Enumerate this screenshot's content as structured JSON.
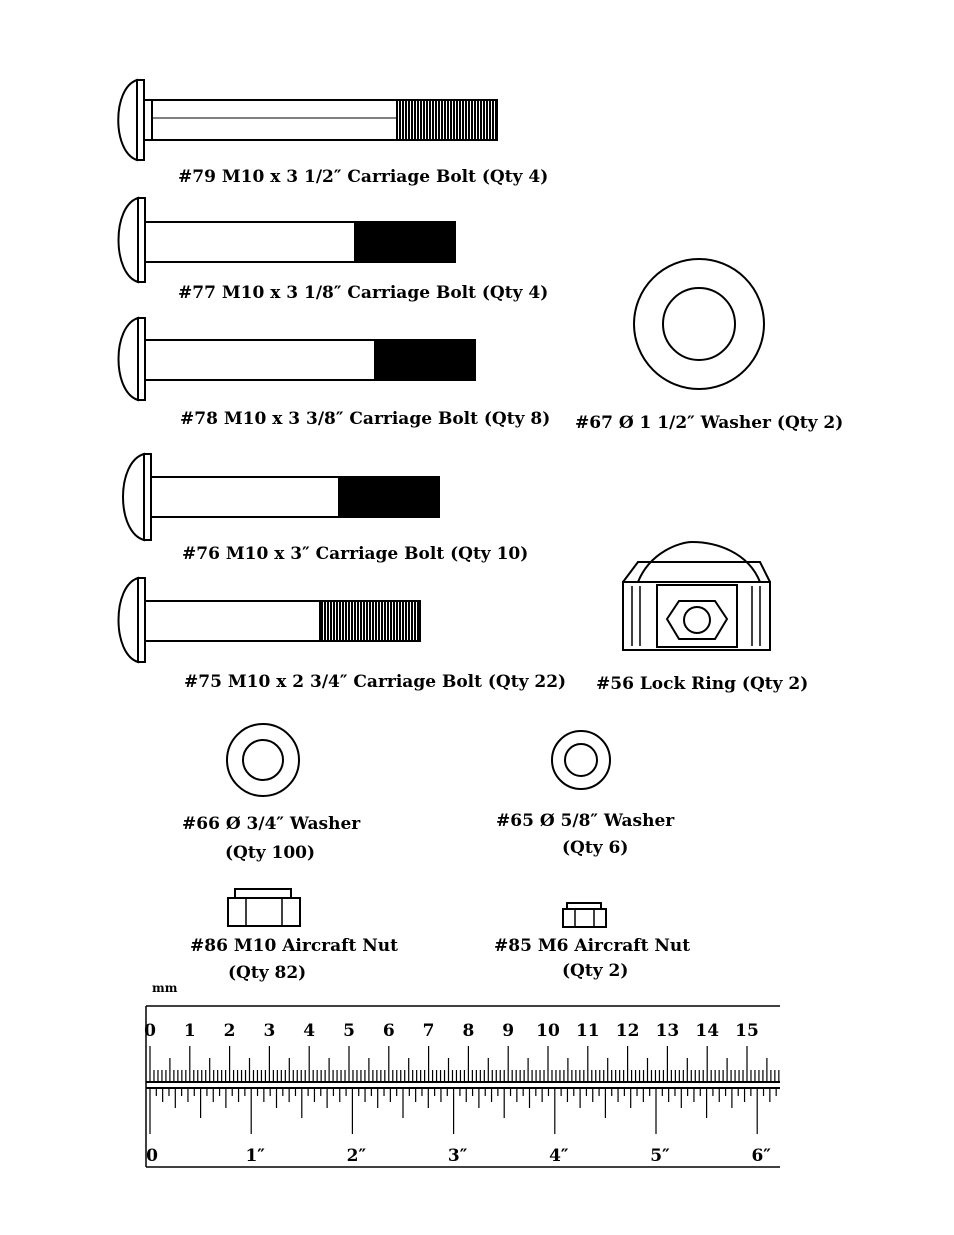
{
  "parts": [
    {
      "id": "79",
      "label": "#79 M10 x 3 1/2″ Carriage Bolt (Qty 4)",
      "icon": "carriage-bolt-icon"
    },
    {
      "id": "77",
      "label": "#77 M10 x 3 1/8″ Carriage Bolt (Qty 4)",
      "icon": "carriage-bolt-icon"
    },
    {
      "id": "78",
      "label": "#78 M10 x 3 3/8″ Carriage Bolt (Qty 8)",
      "icon": "carriage-bolt-icon"
    },
    {
      "id": "76",
      "label": "#76 M10 x 3″ Carriage Bolt (Qty 10)",
      "icon": "carriage-bolt-icon"
    },
    {
      "id": "75",
      "label": "#75 M10 x 2 3/4″ Carriage Bolt (Qty 22)",
      "icon": "carriage-bolt-icon"
    },
    {
      "id": "67",
      "label": "#67 Ø 1 1/2″ Washer (Qty 2)",
      "icon": "washer-icon"
    },
    {
      "id": "56",
      "label": "#56 Lock Ring (Qty 2)",
      "icon": "lock-ring-icon"
    },
    {
      "id": "66",
      "label_line1": "#66 Ø 3/4″ Washer",
      "label_line2": "(Qty 100)",
      "icon": "washer-icon"
    },
    {
      "id": "65",
      "label_line1": "#65 Ø 5/8″ Washer",
      "label_line2": "(Qty 6)",
      "icon": "washer-icon"
    },
    {
      "id": "86",
      "label_line1": "#86 M10 Aircraft Nut",
      "label_line2": "(Qty 82)",
      "icon": "aircraft-nut-icon"
    },
    {
      "id": "85",
      "label_line1": "#85 M6 Aircraft Nut",
      "label_line2": "(Qty 2)",
      "icon": "aircraft-nut-icon"
    }
  ],
  "ruler": {
    "unit_label": "mm",
    "cm_labels": [
      "0",
      "1",
      "2",
      "3",
      "4",
      "5",
      "6",
      "7",
      "8",
      "9",
      "10",
      "11",
      "12",
      "13",
      "14",
      "15"
    ],
    "inch_labels": [
      "0",
      "1″",
      "2″",
      "3″",
      "4″",
      "5″",
      "6″"
    ]
  }
}
